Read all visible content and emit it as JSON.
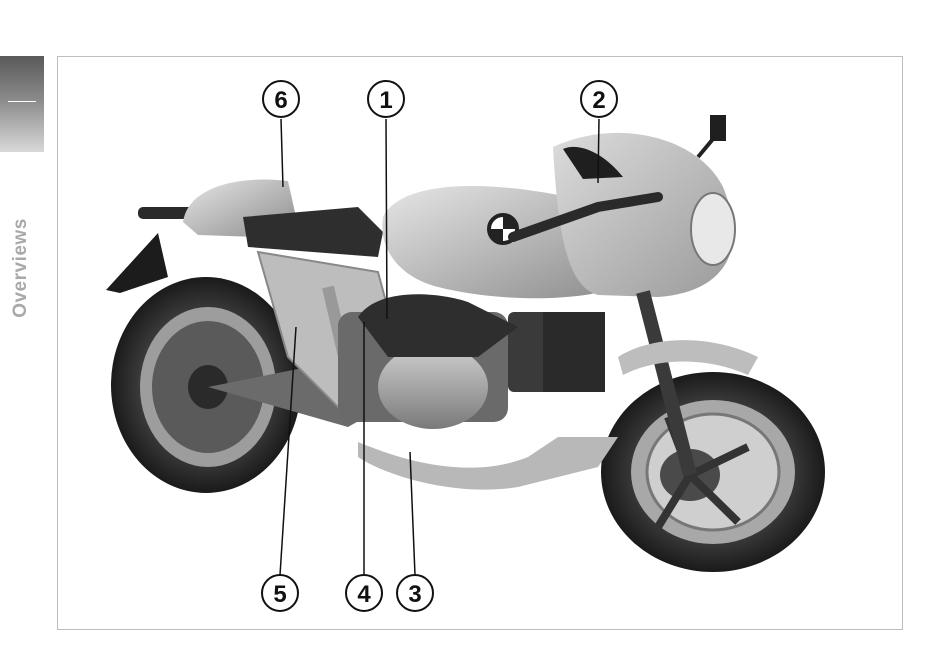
{
  "side_tab": {
    "label": "Overviews"
  },
  "figure": {
    "callouts": [
      {
        "id": "callout-1",
        "number": "1"
      },
      {
        "id": "callout-2",
        "number": "2"
      },
      {
        "id": "callout-3",
        "number": "3"
      },
      {
        "id": "callout-4",
        "number": "4"
      },
      {
        "id": "callout-5",
        "number": "5"
      },
      {
        "id": "callout-6",
        "number": "6"
      }
    ]
  }
}
